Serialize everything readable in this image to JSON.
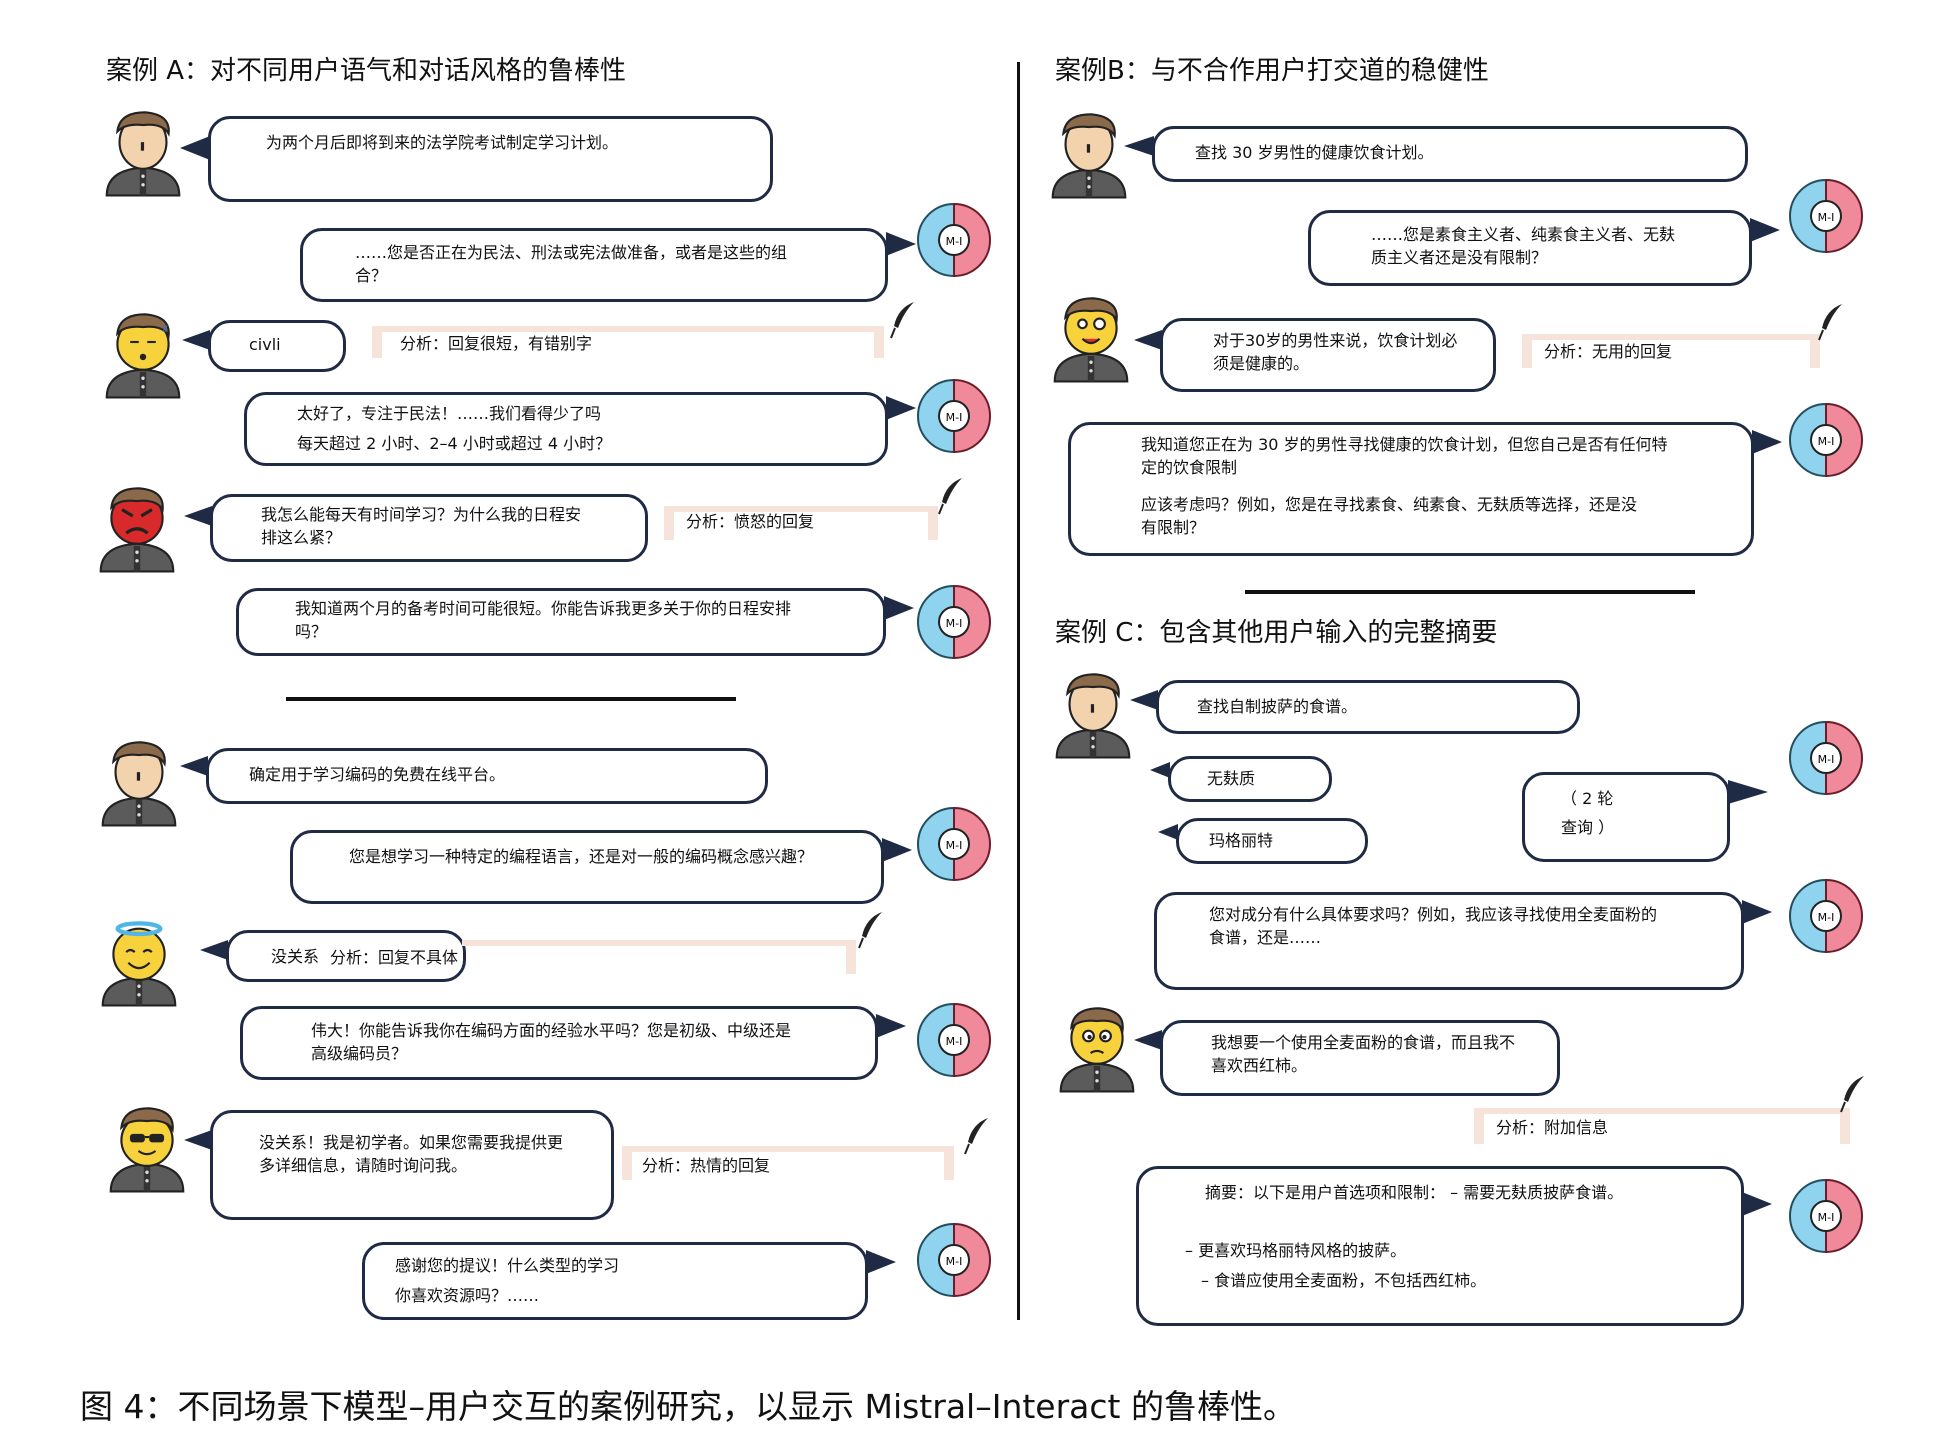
{
  "caseA": {
    "title": "案例 A：对不同用户语气和对话风格的鲁棒性",
    "part1": [
      {
        "speaker": "user",
        "text": "为两个月后即将到来的法学院考试制定学习计划。"
      },
      {
        "speaker": "model",
        "text": "……您是否正在为民法、刑法或宪法做准备，或者是这些的组\n合？"
      },
      {
        "speaker": "user",
        "text": "civli",
        "note": "分析：回复很短，有错别字"
      },
      {
        "speaker": "model",
        "text": "太好了，专注于民法！……我们看得少了吗\n每天超过 2 小时、2–4 小时或超过 4 小时？"
      },
      {
        "speaker": "user",
        "text": "我怎么能每天有时间学习？为什么我的日程安\n排这么紧？",
        "note": "分析：愤怒的回复"
      },
      {
        "speaker": "model",
        "text": "我知道两个月的备考时间可能很短。你能告诉我更多关于你的日程安排\n吗？"
      }
    ],
    "part2": [
      {
        "speaker": "user",
        "text": "确定用于学习编码的免费在线平台。"
      },
      {
        "speaker": "model",
        "text": "您是想学习一种特定的编程语言，还是对一般的编码概念感兴趣？"
      },
      {
        "speaker": "user",
        "text": "没关系",
        "note": "分析：回复不具体"
      },
      {
        "speaker": "model",
        "text": "伟大！你能告诉我你在编码方面的经验水平吗？您是初级、中级还是\n高级编码员？"
      },
      {
        "speaker": "user",
        "text": "没关系！我是初学者。如果您需要我提供更\n多详细信息，请随时询问我。",
        "note": "分析：热情的回复"
      },
      {
        "speaker": "model",
        "text": "感谢您的提议！什么类型的学习\n你喜欢资源吗？……"
      }
    ]
  },
  "caseB": {
    "title": "案例B：与不合作用户打交道的稳健性",
    "turns": [
      {
        "speaker": "user",
        "text": "查找 30 岁男性的健康饮食计划。"
      },
      {
        "speaker": "model",
        "text": "……您是素食主义者、纯素食主义者、无麸\n质主义者还是没有限制？"
      },
      {
        "speaker": "user",
        "text": "对于30岁的男性来说，饮食计划必\n须是健康的。",
        "note": "分析：无用的回复"
      },
      {
        "speaker": "model",
        "text": "我知道您正在为 30 岁的男性寻找健康的饮食计划，但您自己是否有任何特\n定的饮食限制",
        "text2": "应该考虑吗？例如，您是在寻找素食、纯素食、无麸质等选择，还是没\n有限制？"
      }
    ]
  },
  "caseC": {
    "title": "案例 C：包含其他用户输入的完整摘要",
    "turns": [
      {
        "speaker": "user",
        "text": "查找自制披萨的食谱。"
      },
      {
        "speaker": "user",
        "text": "无麸质"
      },
      {
        "speaker": "user",
        "text": "玛格丽特"
      },
      {
        "speaker": "model",
        "text": "（ 2 轮\n查询 ）"
      },
      {
        "speaker": "model",
        "text": "您对成分有什么具体要求吗？例如，我应该寻找使用全麦面粉的\n食谱，还是……"
      },
      {
        "speaker": "user",
        "text": "我想要一个使用全麦面粉的食谱，而且我不\n喜欢西红柿。",
        "note": "分析：附加信息"
      },
      {
        "speaker": "model",
        "text": "摘要：以下是用户首选项和限制：  – 需要无麸质披萨食谱。",
        "text2": "– 更喜欢玛格丽特风格的披萨。",
        "text3": "– 食谱应使用全麦面粉，不包括西红柿。"
      }
    ]
  },
  "model_badge": "M-I",
  "caption": "图 4：不同场景下模型–用户交互的案例研究，以显示 Mistral–Interact 的鲁棒性。",
  "colors": {
    "bubble_border": "#1f2a44",
    "note_bar": "#f6e3da",
    "brain_left": "#8fd3ee",
    "brain_right": "#f08a9a"
  }
}
